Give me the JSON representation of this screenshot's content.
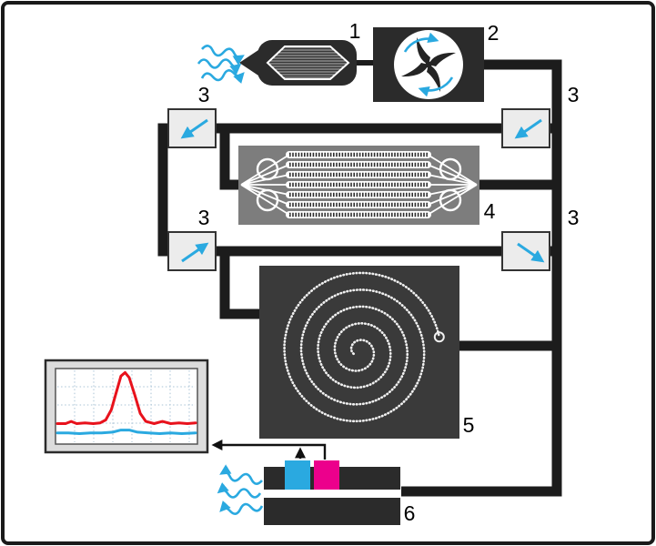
{
  "labels": {
    "c1": "1",
    "c2": "2",
    "c3": "3",
    "c4": "4",
    "c5": "5",
    "c6": "6"
  },
  "colors": {
    "flow_arrow": "#2aa9e0",
    "sensor_blue": "#2aa9e0",
    "sensor_magenta": "#ec008c",
    "trace_red": "#e8121c",
    "trace_blue": "#2aa9e0",
    "component_dark": "#2b2b2b",
    "component_gray": "#7d7d7d",
    "valve_fill": "#ececec",
    "tube_black": "#1c1c1c"
  },
  "chart_data": {
    "type": "line",
    "context": "monitor-screen-trace",
    "title": "",
    "xlabel": "",
    "ylabel": "",
    "x_range": [
      0,
      100
    ],
    "y_range": [
      0,
      100
    ],
    "grid": true,
    "legend": false,
    "series": [
      {
        "name": "red_trace",
        "color": "#e8121c",
        "points": [
          [
            0,
            26
          ],
          [
            6,
            26
          ],
          [
            10,
            29
          ],
          [
            14,
            26
          ],
          [
            20,
            27
          ],
          [
            26,
            26
          ],
          [
            31,
            27
          ],
          [
            35,
            31
          ],
          [
            39,
            45
          ],
          [
            43,
            72
          ],
          [
            46,
            92
          ],
          [
            49,
            97
          ],
          [
            52,
            90
          ],
          [
            56,
            66
          ],
          [
            60,
            40
          ],
          [
            64,
            29
          ],
          [
            70,
            26
          ],
          [
            76,
            29
          ],
          [
            82,
            26
          ],
          [
            88,
            27
          ],
          [
            94,
            26
          ],
          [
            100,
            27
          ]
        ]
      },
      {
        "name": "blue_trace",
        "color": "#2aa9e0",
        "points": [
          [
            0,
            13
          ],
          [
            8,
            13
          ],
          [
            16,
            12
          ],
          [
            24,
            13
          ],
          [
            32,
            13
          ],
          [
            40,
            14
          ],
          [
            46,
            17
          ],
          [
            52,
            17
          ],
          [
            58,
            14
          ],
          [
            66,
            13
          ],
          [
            74,
            12
          ],
          [
            82,
            13
          ],
          [
            90,
            12
          ],
          [
            100,
            13
          ]
        ]
      }
    ]
  }
}
